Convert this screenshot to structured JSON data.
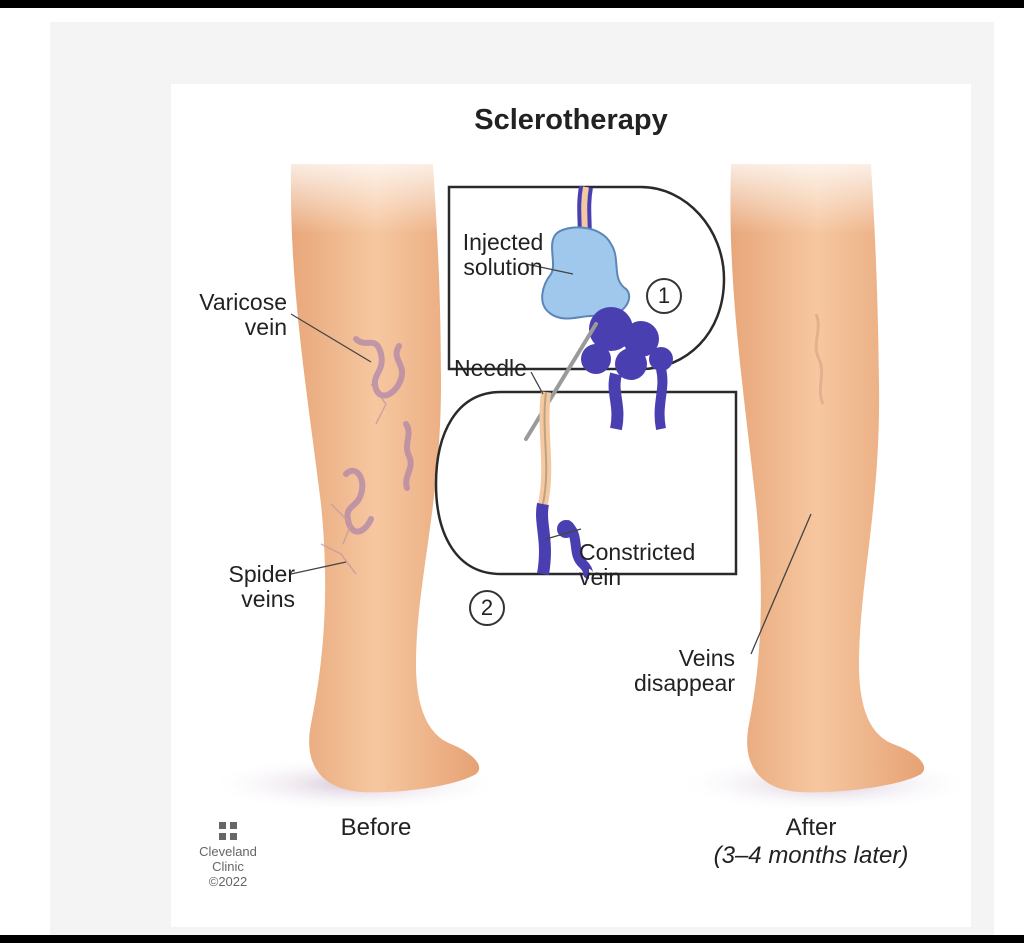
{
  "title": "Sclerotherapy",
  "labels": {
    "varicose_vein": [
      "Varicose",
      "vein"
    ],
    "spider_veins": [
      "Spider",
      "veins"
    ],
    "injected_solution": [
      "Injected",
      "solution"
    ],
    "needle": "Needle",
    "constricted_vein": [
      "Constricted",
      "vein"
    ],
    "veins_disappear": [
      "Veins",
      "disappear"
    ]
  },
  "steps": [
    "1",
    "2"
  ],
  "captions": {
    "before": "Before",
    "after": "After",
    "after_note": "(3–4 months later)"
  },
  "logo": {
    "lines": [
      "Cleveland",
      "Clinic",
      "©2022"
    ]
  },
  "colors": {
    "skin": "#f2b98c",
    "vein_blue": "#4a3fb0",
    "solution_blue": "#9fc8ec",
    "outline": "#2a2a2a"
  }
}
